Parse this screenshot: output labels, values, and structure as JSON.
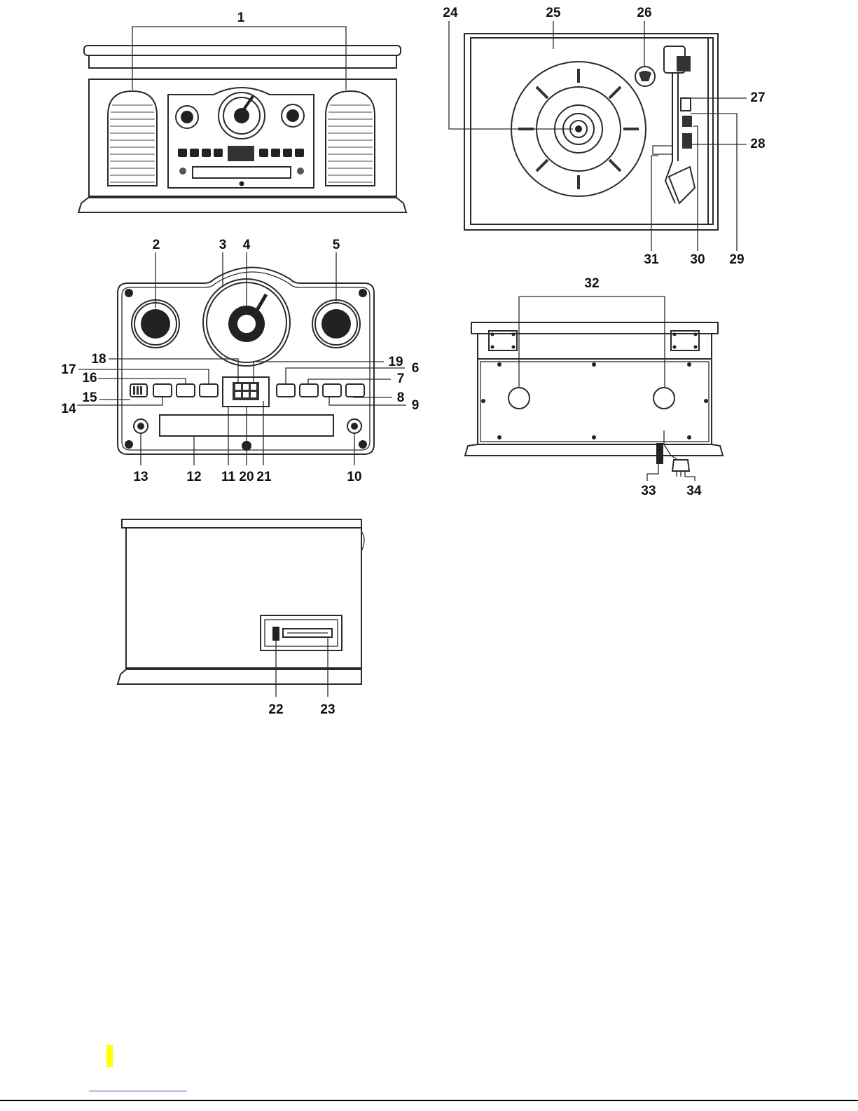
{
  "diagram": {
    "callouts": {
      "c1": "1",
      "c2": "2",
      "c3": "3",
      "c4": "4",
      "c5": "5",
      "c6": "6",
      "c7": "7",
      "c8": "8",
      "c9": "9",
      "c10": "10",
      "c11": "11",
      "c12": "12",
      "c13": "13",
      "c14": "14",
      "c15": "15",
      "c16": "16",
      "c17": "17",
      "c18": "18",
      "c19": "19",
      "c20": "20",
      "c21": "21",
      "c22": "22",
      "c23": "23",
      "c24": "24",
      "c25": "25",
      "c26": "26",
      "c27": "27",
      "c28": "28",
      "c29": "29",
      "c30": "30",
      "c31": "31",
      "c32": "32",
      "c33": "33",
      "c34": "34"
    }
  },
  "colors": {
    "line": "#2a2a2a",
    "highlight": "#ffff00",
    "link": "#3a3ad0"
  }
}
